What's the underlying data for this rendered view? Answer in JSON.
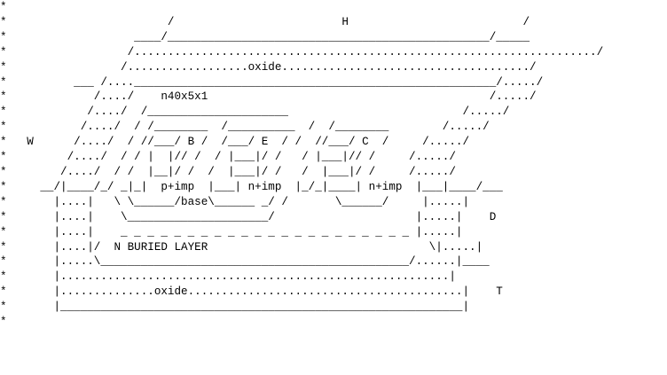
{
  "diagram": {
    "lines": [
      "*",
      "*                        /                         H                          /",
      "*                   ____/________________________________________________/_____",
      "*                  /...................................................................../",
      "*                 /..................oxide...................................../",
      "*          ___ /....______________________________________________________/...../",
      "*             /..../    n40x5x1                                          /...../",
      "*            /..../  /_____________________                          /...../",
      "*           /..../  / /________  /__________  /  /________        /...../",
      "*   W      /..../  / //___/ B /  /___/ E  / /  //___/ C  /     /...../",
      "*         /..../  / / |  |// /  / |___|/ /   / |___|// /     /...../",
      "*        /..../  / /  |__|/ /  /  |___|/ /   /  |___|/ /     /...../",
      "*     __/|____/_/ _|_|  p+imp  |___| n+imp  |_/_|____| n+imp  |___|____/___",
      "*       |....|   \\ \\______/base\\______ _/ /       \\______/     |.....|",
      "*       |....|    \\_____________________/                     |.....|    D",
      "*       |....|    _ _ _ _ _ _ _ _ _ _ _ _ _ _ _ _ _ _ _ _ _ _ |.....|",
      "*       |....|/  N BURIED LAYER                                 \\|.....|",
      "*       |.....\\______________________________________________/......|____",
      "*       |..........................................................|",
      "*       |..............oxide.........................................|    T",
      "*       |____________________________________________________________|",
      "*"
    ]
  }
}
